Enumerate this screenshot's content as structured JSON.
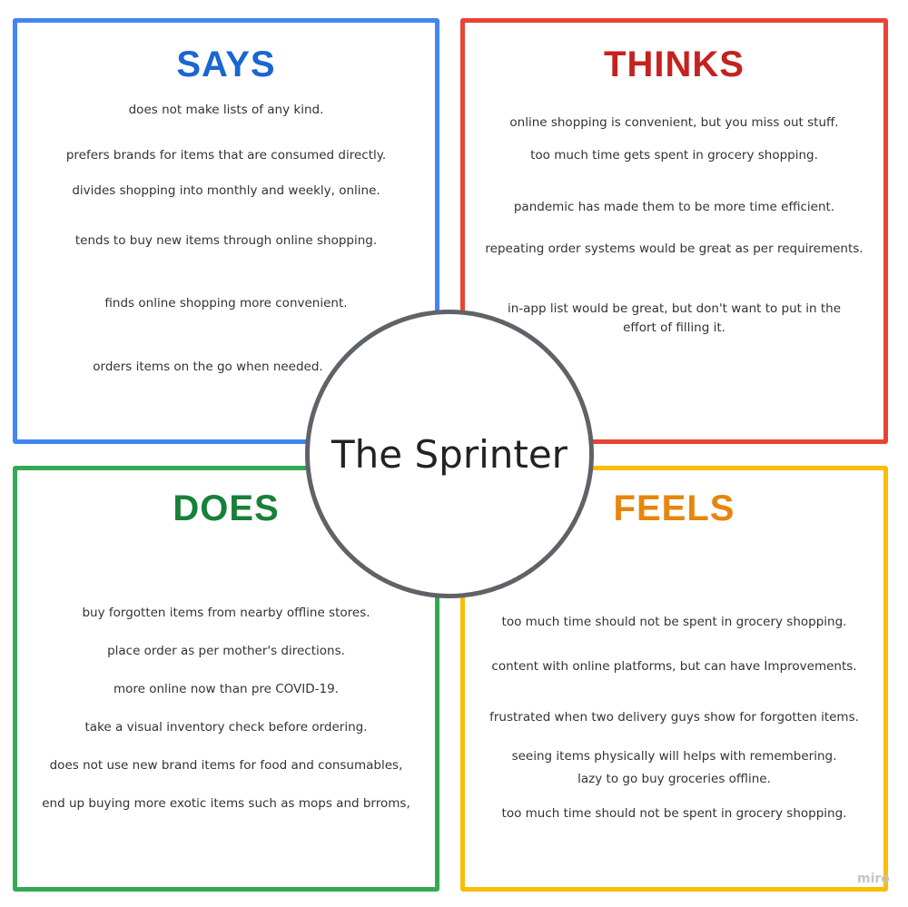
{
  "center": "The Sprinter",
  "says": {
    "title": "SAYS",
    "items": [
      "does not make lists of any kind.",
      "prefers brands for items that are consumed directly.",
      "divides shopping into monthly and weekly, online.",
      "tends to buy new items through online shopping.",
      "finds online shopping more convenient.",
      "orders items on the go when needed."
    ]
  },
  "thinks": {
    "title": "THINKS",
    "items": [
      "online shopping is convenient, but you miss out stuff.",
      "too much time gets spent in grocery shopping.",
      "pandemic has made them to be more time efficient.",
      "repeating order systems would be great as per requirements.",
      "in-app list would be great, but don't want to put in the effort of filling it."
    ]
  },
  "does": {
    "title": "DOES",
    "items": [
      "buy forgotten items from nearby offline stores.",
      "place order as per mother's directions.",
      "more online now than pre COVID-19.",
      "take a visual inventory check before ordering.",
      "does not use new brand items for food and consumables,",
      "end up buying more exotic items such as mops and brroms,"
    ]
  },
  "feels": {
    "title": "FEELS",
    "items": [
      "too much time should not be spent in grocery shopping.",
      "content with online platforms, but can have Improvements.",
      "frustrated when two delivery guys show for forgotten items.",
      "seeing items physically will helps with remembering.",
      "lazy to go buy groceries offline.",
      "too much time should not be spent in grocery shopping."
    ]
  },
  "watermark": "miro"
}
